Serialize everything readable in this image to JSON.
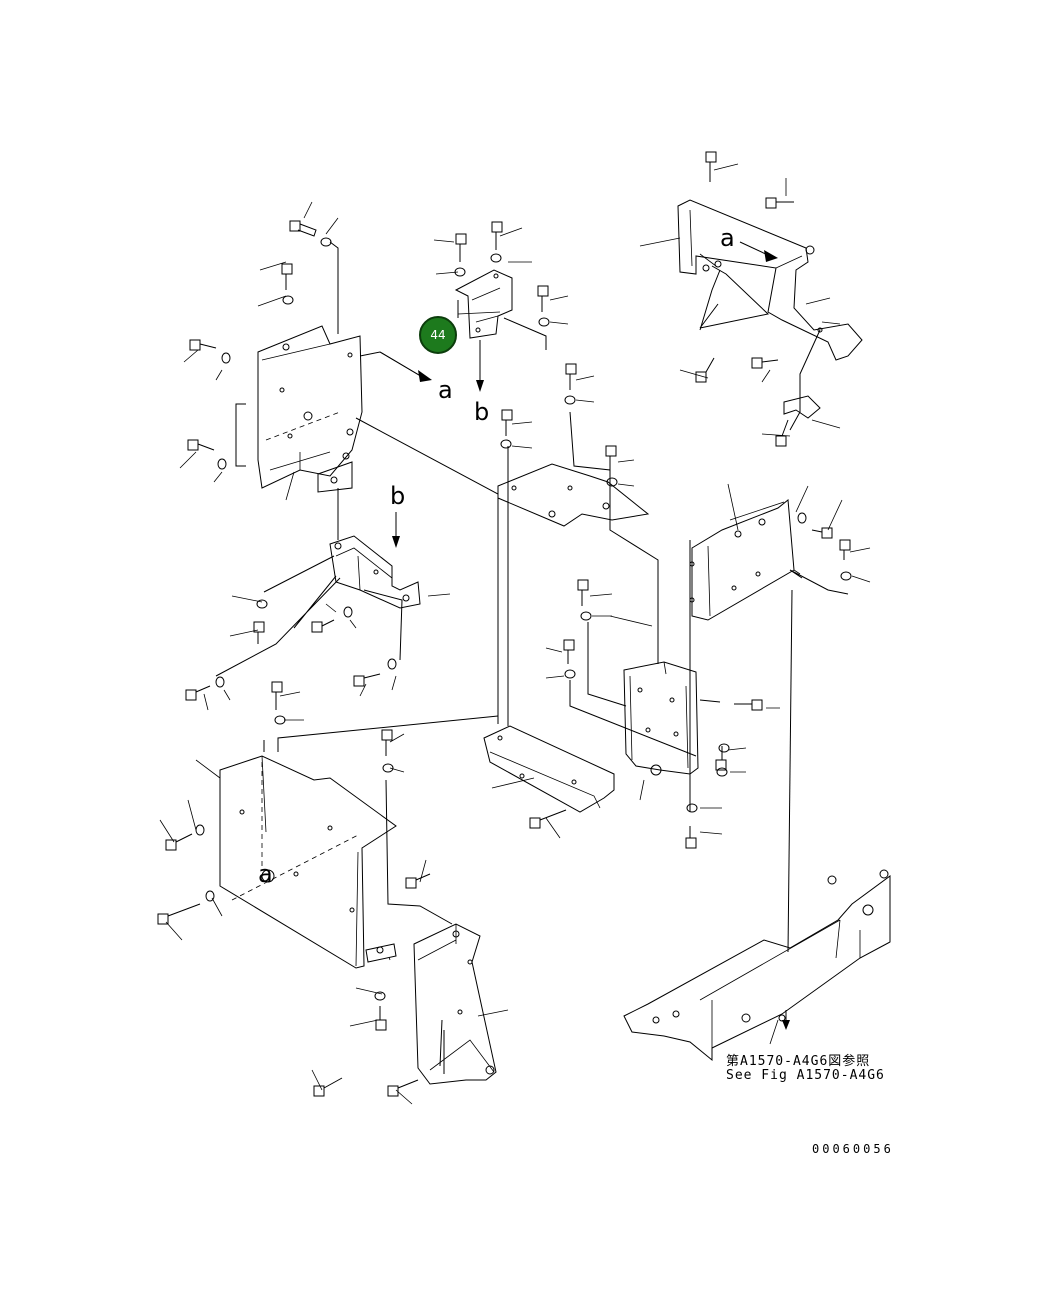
{
  "callout": {
    "number": "44",
    "color": "#1d7a1d"
  },
  "view_letters": [
    "a",
    "b",
    "b",
    "a",
    "a"
  ],
  "reference": {
    "line_jp": "第A1570-A4G6図参照",
    "line_en": "See Fig A1570-A4G6"
  },
  "doc_number": "00060056"
}
